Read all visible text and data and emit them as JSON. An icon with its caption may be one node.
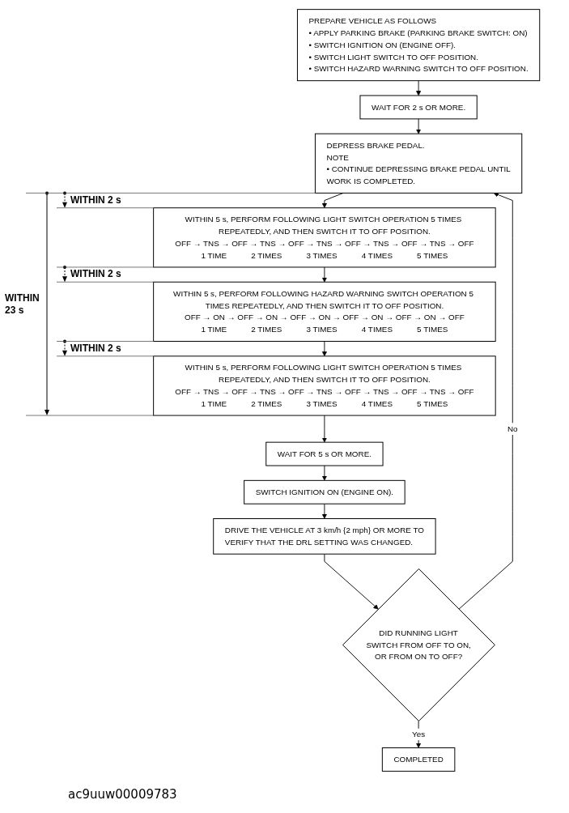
{
  "diagram": {
    "caption": "ac9uuw00009783",
    "nodes": [
      {
        "text": [
          "PREPARE VEHICLE AS FOLLOWS",
          "• APPLY PARKING BRAKE (PARKING BRAKE SWITCH: ON)",
          "• SWITCH IGNITION ON (ENGINE OFF).",
          "• SWITCH LIGHT SWITCH TO OFF POSITION.",
          "• SWITCH HAZARD WARNING SWITCH TO OFF POSITION."
        ]
      },
      {
        "text": [
          "WAIT FOR 2 s OR MORE."
        ]
      },
      {
        "text": [
          "DEPRESS BRAKE PEDAL.",
          "NOTE",
          "• CONTINUE DEPRESSING BRAKE PEDAL UNTIL WORK IS COMPLETED."
        ]
      },
      {
        "text": [
          "WITHIN 5 s, PERFORM FOLLOWING LIGHT SWITCH OPERATION 5 TIMES REPEATEDLY, AND THEN SWITCH IT TO OFF POSITION.",
          "OFF → TNS → OFF → TNS → OFF → TNS → OFF → TNS → OFF → TNS → OFF",
          "1 TIME",
          "2 TIMES",
          "3 TIMES",
          "4 TIMES",
          "5 TIMES"
        ]
      },
      {
        "text": [
          "WITHIN 5 s, PERFORM FOLLOWING HAZARD WARNING SWITCH OPERATION 5 TIMES REPEATEDLY, AND THEN SWITCH IT TO OFF POSITION.",
          "OFF → ON → OFF → ON → OFF → ON → OFF → ON → OFF → ON → OFF",
          "1 TIME",
          "2 TIMES",
          "3 TIMES",
          "4 TIMES",
          "5 TIMES"
        ]
      },
      {
        "text": [
          "WITHIN 5 s, PERFORM FOLLOWING LIGHT SWITCH OPERATION 5 TIMES REPEATEDLY, AND THEN SWITCH IT TO OFF POSITION.",
          "OFF → TNS → OFF → TNS → OFF → TNS → OFF → TNS → OFF → TNS → OFF",
          "1 TIME",
          "2 TIMES",
          "3 TIMES",
          "4 TIMES",
          "5 TIMES"
        ]
      },
      {
        "text": [
          "WAIT FOR 5 s OR MORE."
        ]
      },
      {
        "text": [
          "SWITCH IGNITION ON (ENGINE ON)."
        ]
      },
      {
        "text": [
          "DRIVE THE VEHICLE AT 3 km/h {2 mph} OR MORE TO VERIFY THAT THE DRL SETTING WAS CHANGED."
        ]
      },
      {
        "text": [
          "DID RUNNING LIGHT SWITCH FROM OFF TO ON, OR FROM ON TO OFF?"
        ]
      },
      {
        "text": [
          "COMPLETED"
        ]
      }
    ],
    "edges": [
      {
        "from": 0,
        "to": 1,
        "arrow": "to"
      },
      {
        "from": 1,
        "to": 2,
        "arrow": "to"
      },
      {
        "from": 2,
        "to": 3,
        "arrow": "to"
      },
      {
        "from": 3,
        "to": 4,
        "arrow": "to"
      },
      {
        "from": 4,
        "to": 5,
        "arrow": "to"
      },
      {
        "from": 5,
        "to": 6,
        "arrow": "to"
      },
      {
        "from": 6,
        "to": 7,
        "arrow": "to"
      },
      {
        "from": 7,
        "to": 8,
        "arrow": "to"
      },
      {
        "from": 8,
        "to": 9,
        "arrow": "to"
      },
      {
        "from": 9,
        "to": 10,
        "arrow": "to",
        "label": "Yes"
      },
      {
        "from": 9,
        "to": 2,
        "arrow": "to",
        "label": "No"
      }
    ],
    "labels": [
      "WITHIN 2 s",
      "WITHIN 2 s",
      "WITHIN 23 s",
      "WITHIN 2 s"
    ]
  }
}
